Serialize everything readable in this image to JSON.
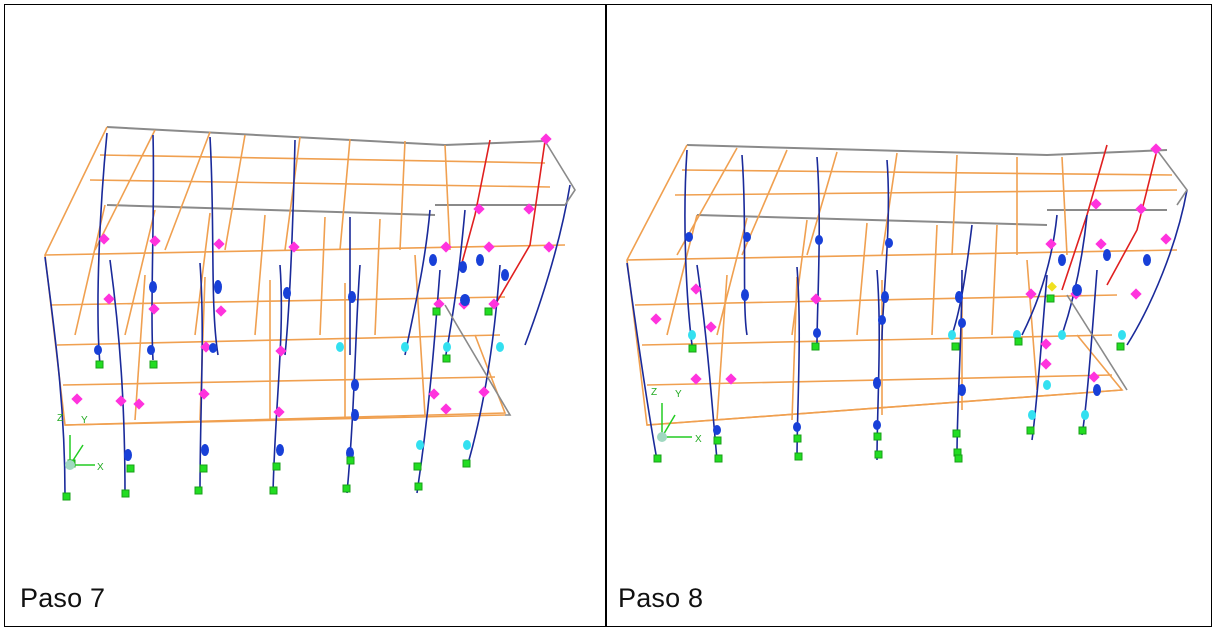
{
  "panels": [
    {
      "caption": "Paso 7"
    },
    {
      "caption": "Paso 8"
    }
  ],
  "axis_labels": {
    "x": "X",
    "y": "Y",
    "z": "Z"
  },
  "colors": {
    "beam": "#f0a050",
    "roof": "#808080",
    "column": "#1a2a9a",
    "hinge_magenta": "#ff33dd",
    "hinge_blue": "#1840d8",
    "hinge_cyan": "#33e0f0",
    "hinge_yellow": "#f0e020",
    "support": "#22dd22",
    "red_member": "#e02020"
  }
}
